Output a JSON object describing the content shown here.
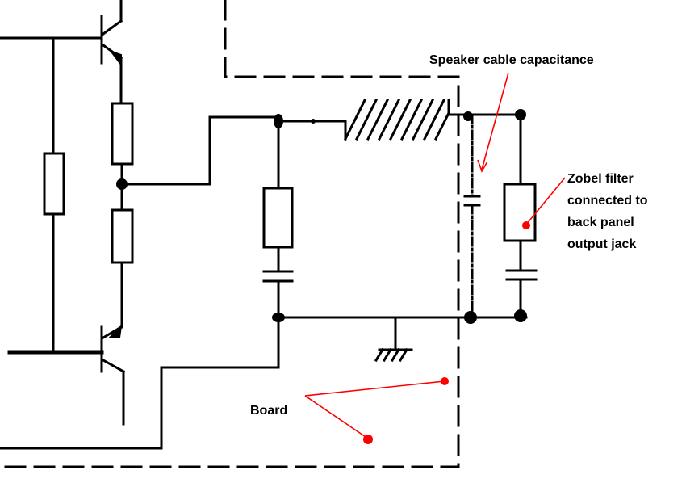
{
  "labels": {
    "speaker_cable": "Speaker cable capacitance",
    "zobel_line1": "Zobel filter",
    "zobel_line2": "connected to",
    "zobel_line3": "back panel",
    "zobel_line4": "output jack",
    "board": "Board"
  },
  "colors": {
    "wire": "#000000",
    "annotation": "#ff0000",
    "background": "#ffffff"
  }
}
